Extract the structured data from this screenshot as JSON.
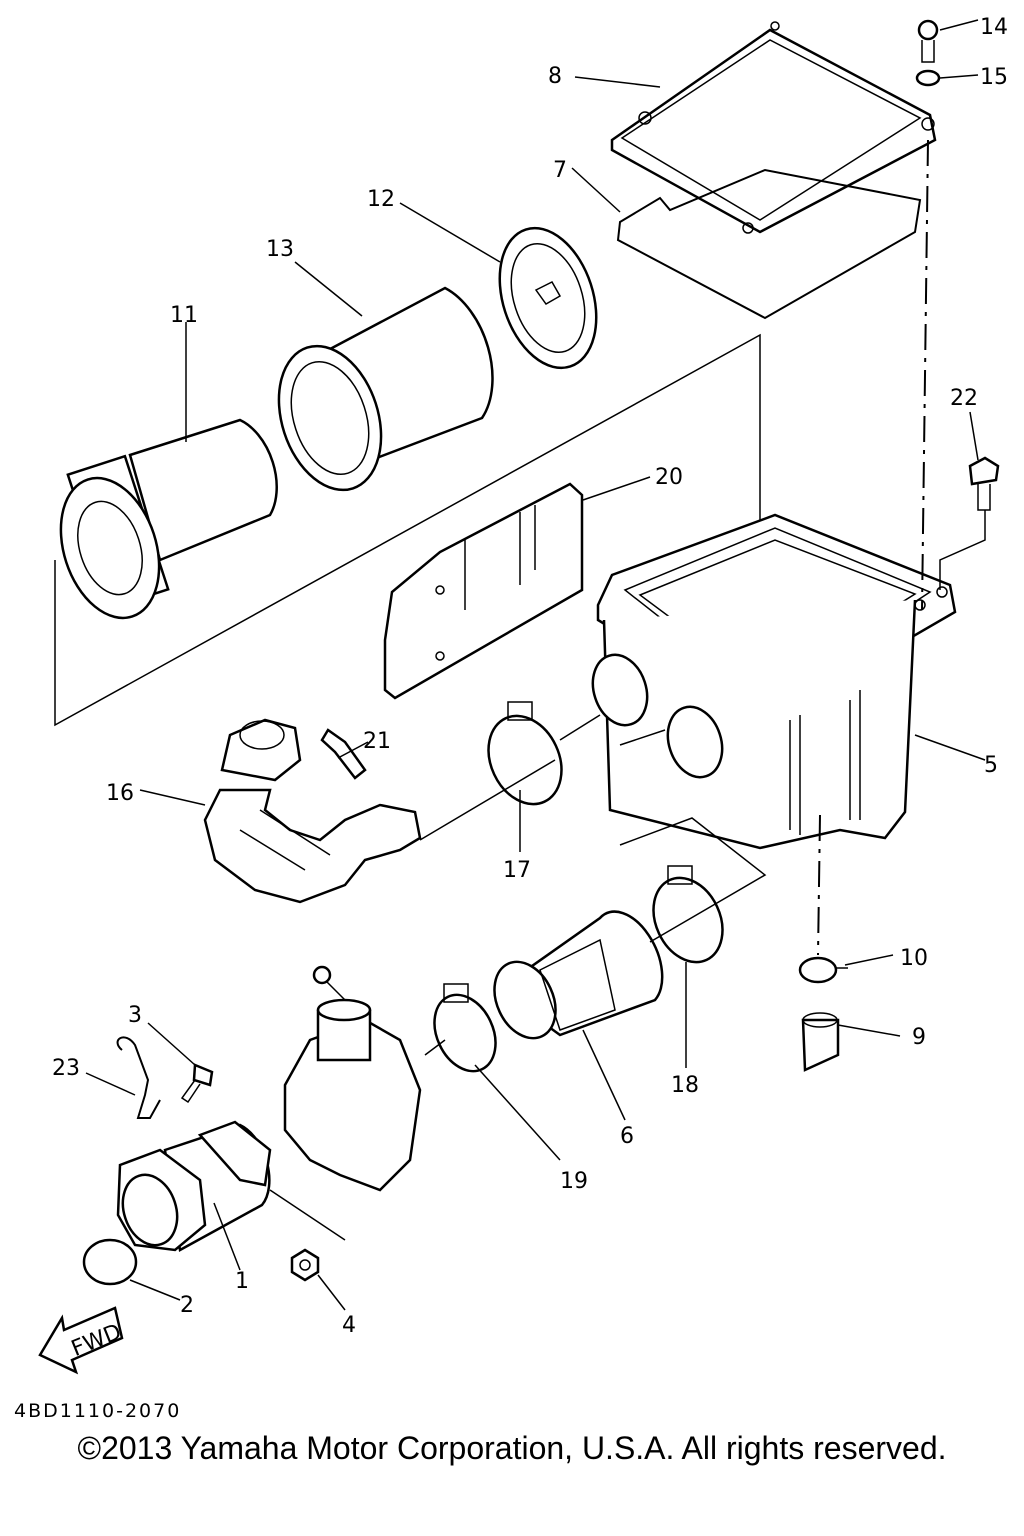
{
  "diagram": {
    "callouts": [
      "1",
      "2",
      "3",
      "4",
      "5",
      "6",
      "7",
      "8",
      "9",
      "10",
      "11",
      "12",
      "13",
      "14",
      "15",
      "16",
      "17",
      "18",
      "19",
      "20",
      "21",
      "22",
      "23"
    ],
    "arrow_label": "FWD"
  },
  "footer": {
    "drawing_code": "4BD1110-2070",
    "copyright": "©2013 Yamaha Motor Corporation, U.S.A. All rights reserved."
  }
}
